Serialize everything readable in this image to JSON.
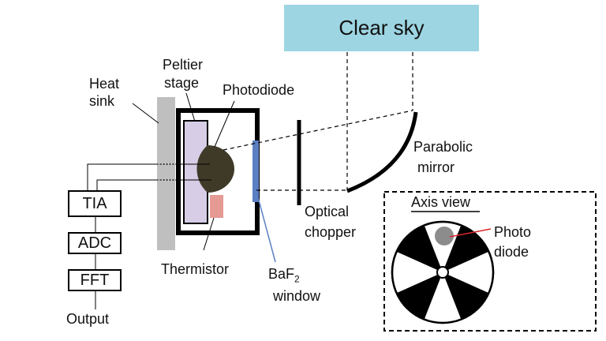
{
  "labels": {
    "sky": "Clear sky",
    "heat_sink": [
      "Heat",
      "sink"
    ],
    "peltier": [
      "Peltier",
      "stage"
    ],
    "photodiode": "Photodiode",
    "parabolic": [
      "Parabolic",
      "mirror"
    ],
    "optical_chopper": [
      "Optical",
      "chopper"
    ],
    "thermistor": "Thermistor",
    "window_main": "BaF",
    "window_sub": "2",
    "window_suffix": "window",
    "axis_view": "Axis view",
    "photo_diode_inset": [
      "Photo",
      "diode"
    ],
    "output": "Output"
  },
  "blocks": {
    "tia": "TIA",
    "adc": "ADC",
    "fft": "FFT"
  },
  "colors": {
    "sky": "#9dd5e2",
    "heat_sink": "#bfbfbf",
    "peltier": "#d7cde6",
    "photodiode": "#3f3a28",
    "thermistor": "#e59a93",
    "window": "#5b7fc3",
    "window_leader": "#5b7fc3",
    "inset_leader": "#d9262c",
    "inset_diode": "#8c8c8c"
  }
}
